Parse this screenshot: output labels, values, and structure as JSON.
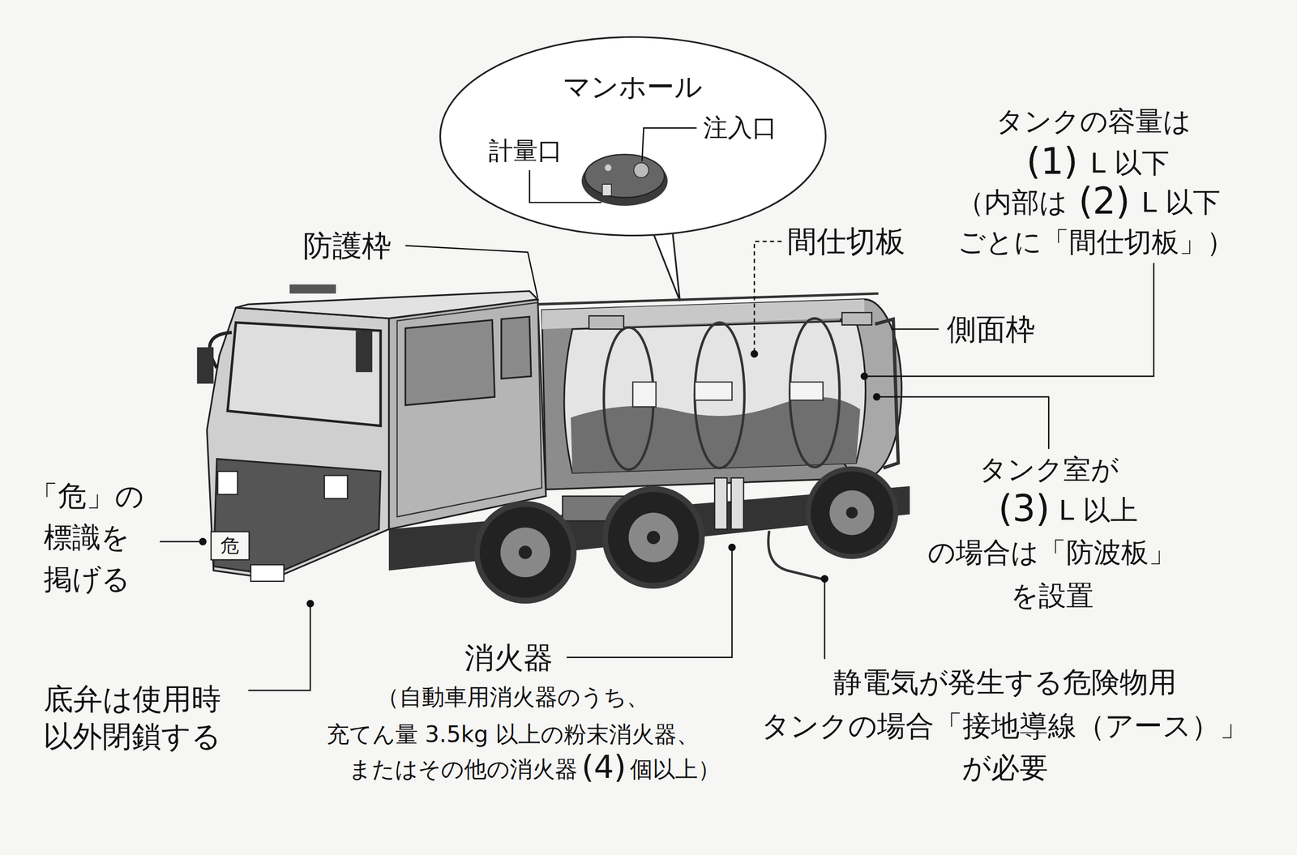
{
  "diagram": {
    "nodes": [
      {
        "text": [
          "マンホール",
          "計量口",
          "注入口"
        ]
      }
    ],
    "labels": [
      "防護枠",
      "間仕切板",
      "タンクの容量は",
      "(1)",
      "L 以下",
      "（内部は",
      "(2)",
      "L 以下",
      "ごとに「間仕切板」）",
      "側面枠",
      "タンク室が",
      "(3)",
      "L 以上",
      "の場合は「防波板」",
      "を設置",
      "「危」の",
      "標識を",
      "掲げる",
      "危",
      "底弁は使用時",
      "以外閉鎖する",
      "消火器",
      "（自動車用消火器のうち、",
      "充てん量 3.5kg 以上の粉末消火器、",
      "またはその他の消火器",
      "(4)",
      "個以上）",
      "静電気が発生する危険物用",
      "タンクの場合「接地導線（アース）」",
      "が必要"
    ]
  }
}
